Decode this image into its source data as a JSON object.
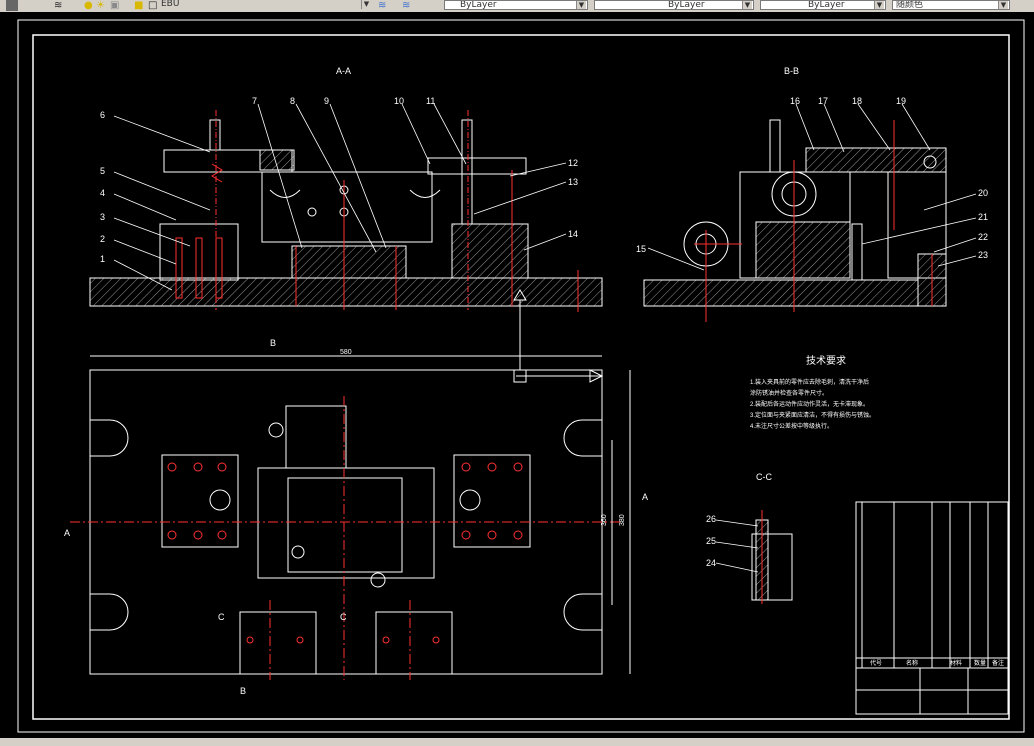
{
  "toolbar": {
    "layer_name": "EBU",
    "color_combo": "ByLayer",
    "linetype_combo": "ByLayer",
    "lineweight_combo": "ByLayer",
    "plotstyle_combo": "随颜色"
  },
  "drawing": {
    "section_a": "A-A",
    "section_b": "B-B",
    "section_c": "C-C",
    "tech_title": "技术要求",
    "tech_lines": [
      "1.装入夹具前的零件应去除毛刺，清洗干净后",
      "涂防锈油并检查各零件尺寸。",
      "2.装配后各运动件应动作灵活，无卡滞现象。",
      "3.定位面与夹紧面应清洁，不得有损伤与锈蚀。",
      "4.未注尺寸公差按中等级执行。"
    ],
    "callouts_a": [
      "1",
      "2",
      "3",
      "4",
      "5",
      "6",
      "7",
      "8",
      "9",
      "10",
      "11",
      "12",
      "13",
      "14"
    ],
    "callouts_b": [
      "15",
      "16",
      "17",
      "18",
      "19",
      "20",
      "21",
      "22",
      "23"
    ],
    "callouts_c": [
      "24",
      "25",
      "26"
    ],
    "view_labels": {
      "b_top": "B",
      "b_bottom": "B",
      "a_left": "A",
      "a_right": "A",
      "c_left": "C",
      "c_right": "C"
    },
    "dimensions": {
      "overall_width": "580",
      "height1": "360",
      "height2": "380"
    },
    "title_block": {
      "col_code": "代号",
      "col_name": "名称",
      "col_material": "材料",
      "col_qty": "数量",
      "col_note": "备注"
    }
  }
}
